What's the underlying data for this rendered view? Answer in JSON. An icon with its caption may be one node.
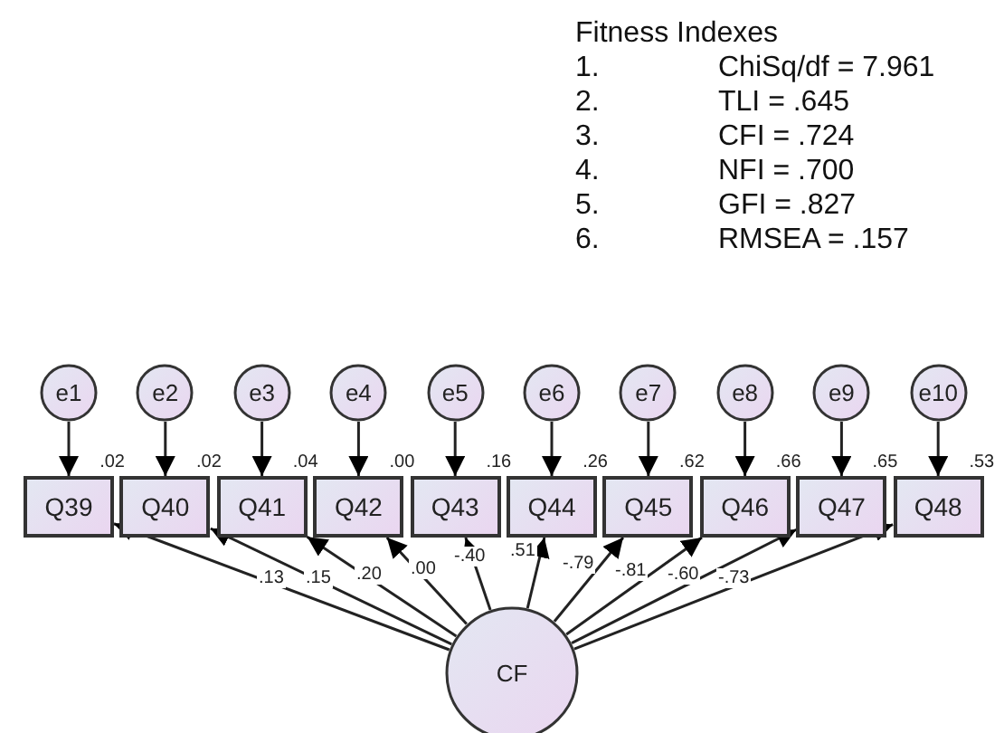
{
  "diagram": {
    "nodes": [
      {
        "text": [
          "e1"
        ]
      },
      {
        "text": [
          "e2"
        ]
      },
      {
        "text": [
          "e3"
        ]
      },
      {
        "text": [
          "e4"
        ]
      },
      {
        "text": [
          "e5"
        ]
      },
      {
        "text": [
          "e6"
        ]
      },
      {
        "text": [
          "e7"
        ]
      },
      {
        "text": [
          "e8"
        ]
      },
      {
        "text": [
          "e9"
        ]
      },
      {
        "text": [
          "e10"
        ]
      },
      {
        "text": [
          "Q39"
        ],
        "beside": [
          ".02"
        ]
      },
      {
        "text": [
          "Q40"
        ],
        "beside": [
          ".02"
        ]
      },
      {
        "text": [
          "Q41"
        ],
        "beside": [
          ".04"
        ]
      },
      {
        "text": [
          "Q42"
        ],
        "beside": [
          ".00"
        ]
      },
      {
        "text": [
          "Q43"
        ],
        "beside": [
          ".16"
        ]
      },
      {
        "text": [
          "Q44"
        ],
        "beside": [
          ".26"
        ]
      },
      {
        "text": [
          "Q45"
        ],
        "beside": [
          ".62"
        ]
      },
      {
        "text": [
          "Q46"
        ],
        "beside": [
          ".66"
        ]
      },
      {
        "text": [
          "Q47"
        ],
        "beside": [
          ".65"
        ]
      },
      {
        "text": [
          "Q48"
        ],
        "beside": [
          ".53"
        ]
      },
      {
        "text": [
          "CF"
        ]
      }
    ],
    "edges": [
      {
        "from": 0,
        "to": 10,
        "arrow": "to"
      },
      {
        "from": 1,
        "to": 11,
        "arrow": "to"
      },
      {
        "from": 2,
        "to": 12,
        "arrow": "to"
      },
      {
        "from": 3,
        "to": 13,
        "arrow": "to"
      },
      {
        "from": 4,
        "to": 14,
        "arrow": "to"
      },
      {
        "from": 5,
        "to": 15,
        "arrow": "to"
      },
      {
        "from": 6,
        "to": 16,
        "arrow": "to"
      },
      {
        "from": 7,
        "to": 17,
        "arrow": "to"
      },
      {
        "from": 8,
        "to": 18,
        "arrow": "to"
      },
      {
        "from": 9,
        "to": 19,
        "arrow": "to"
      },
      {
        "from": 20,
        "to": 10,
        "label": ".13",
        "arrow": "to"
      },
      {
        "from": 20,
        "to": 11,
        "label": ".15",
        "arrow": "to"
      },
      {
        "from": 20,
        "to": 12,
        "label": ".20",
        "arrow": "to"
      },
      {
        "from": 20,
        "to": 13,
        "label": ".00",
        "arrow": "to"
      },
      {
        "from": 20,
        "to": 14,
        "label": "-.40",
        "arrow": "to"
      },
      {
        "from": 20,
        "to": 15,
        "label": ".51",
        "arrow": "to"
      },
      {
        "from": 20,
        "to": 16,
        "label": "-.79",
        "arrow": "to"
      },
      {
        "from": 20,
        "to": 17,
        "label": "-.81",
        "arrow": "to"
      },
      {
        "from": 20,
        "to": 18,
        "label": "-.60",
        "arrow": "to"
      },
      {
        "from": 20,
        "to": 19,
        "label": "-.73",
        "arrow": "to"
      }
    ],
    "labels": [
      "Fitness Indexes",
      "1.",
      "ChiSq/df = 7.961",
      "2.",
      "TLI = .645",
      "3.",
      "CFI = .724",
      "4.",
      "NFI = .700",
      "5.",
      "GFI = .827",
      "6.",
      "RMSEA = .157"
    ]
  }
}
